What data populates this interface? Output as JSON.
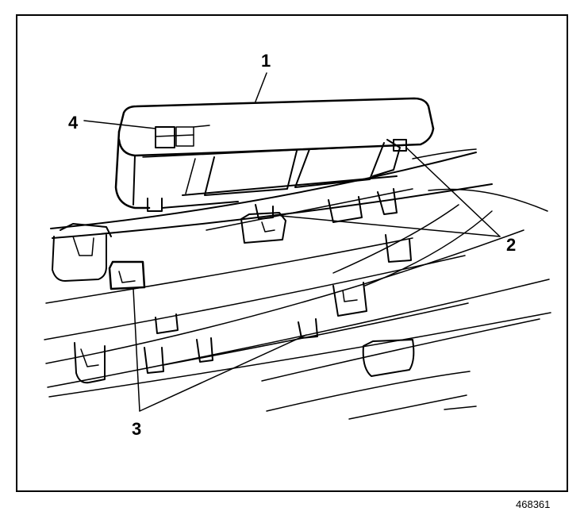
{
  "figure": {
    "figure_number": "468361",
    "callouts": [
      "1",
      "2",
      "3",
      "4"
    ]
  },
  "colors": {
    "ink": "#000000",
    "paper": "#ffffff"
  }
}
